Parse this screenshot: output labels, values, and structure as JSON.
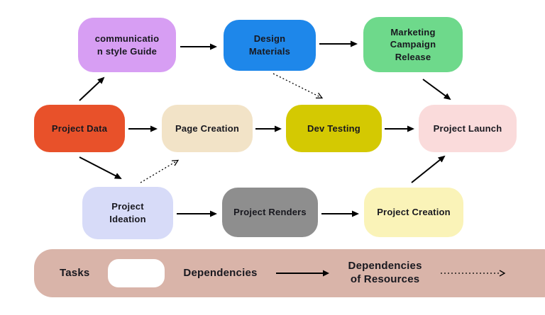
{
  "diagram": {
    "type": "flowchart",
    "background": "#ffffff",
    "text_color": "#18181f",
    "arrow_color": "#000000"
  },
  "nodes": [
    {
      "id": "communication-style-guide",
      "label": "communicatio\nn style Guide",
      "color": "#d79ef3"
    },
    {
      "id": "design-materials",
      "label": "Design\nMaterials",
      "color": "#1e87ea"
    },
    {
      "id": "marketing-campaign-release",
      "label": "Marketing\nCampaign\nRelease",
      "color": "#6ed98b"
    },
    {
      "id": "project-data",
      "label": "Project Data",
      "color": "#e8512a"
    },
    {
      "id": "page-creation",
      "label": "Page Creation",
      "color": "#f2e3c7"
    },
    {
      "id": "dev-testing",
      "label": "Dev Testing",
      "color": "#d4c902"
    },
    {
      "id": "project-launch",
      "label": "Project Launch",
      "color": "#fadbdb"
    },
    {
      "id": "project-ideation",
      "label": "Project\nIdeation",
      "color": "#d7dbf8"
    },
    {
      "id": "project-renders",
      "label": "Project Renders",
      "color": "#8e8e8e"
    },
    {
      "id": "project-creation",
      "label": "Project Creation",
      "color": "#faf3b8"
    }
  ],
  "edges": [
    {
      "from": "project-data",
      "to": "communication-style-guide",
      "type": "solid"
    },
    {
      "from": "communication-style-guide",
      "to": "design-materials",
      "type": "solid"
    },
    {
      "from": "design-materials",
      "to": "marketing-campaign-release",
      "type": "solid"
    },
    {
      "from": "design-materials",
      "to": "dev-testing",
      "type": "dotted"
    },
    {
      "from": "marketing-campaign-release",
      "to": "project-launch",
      "type": "solid"
    },
    {
      "from": "project-data",
      "to": "page-creation",
      "type": "solid"
    },
    {
      "from": "page-creation",
      "to": "dev-testing",
      "type": "solid"
    },
    {
      "from": "dev-testing",
      "to": "project-launch",
      "type": "solid"
    },
    {
      "from": "project-data",
      "to": "project-ideation",
      "type": "solid"
    },
    {
      "from": "project-ideation",
      "to": "page-creation",
      "type": "dotted"
    },
    {
      "from": "project-ideation",
      "to": "project-renders",
      "type": "solid"
    },
    {
      "from": "project-renders",
      "to": "project-creation",
      "type": "solid"
    },
    {
      "from": "project-creation",
      "to": "project-launch",
      "type": "solid"
    }
  ],
  "legend": {
    "background": "#d9b4a9",
    "tasks_label": "Tasks",
    "dependencies_label": "Dependencies",
    "resources_label": "Dependencies\nof Resources"
  }
}
